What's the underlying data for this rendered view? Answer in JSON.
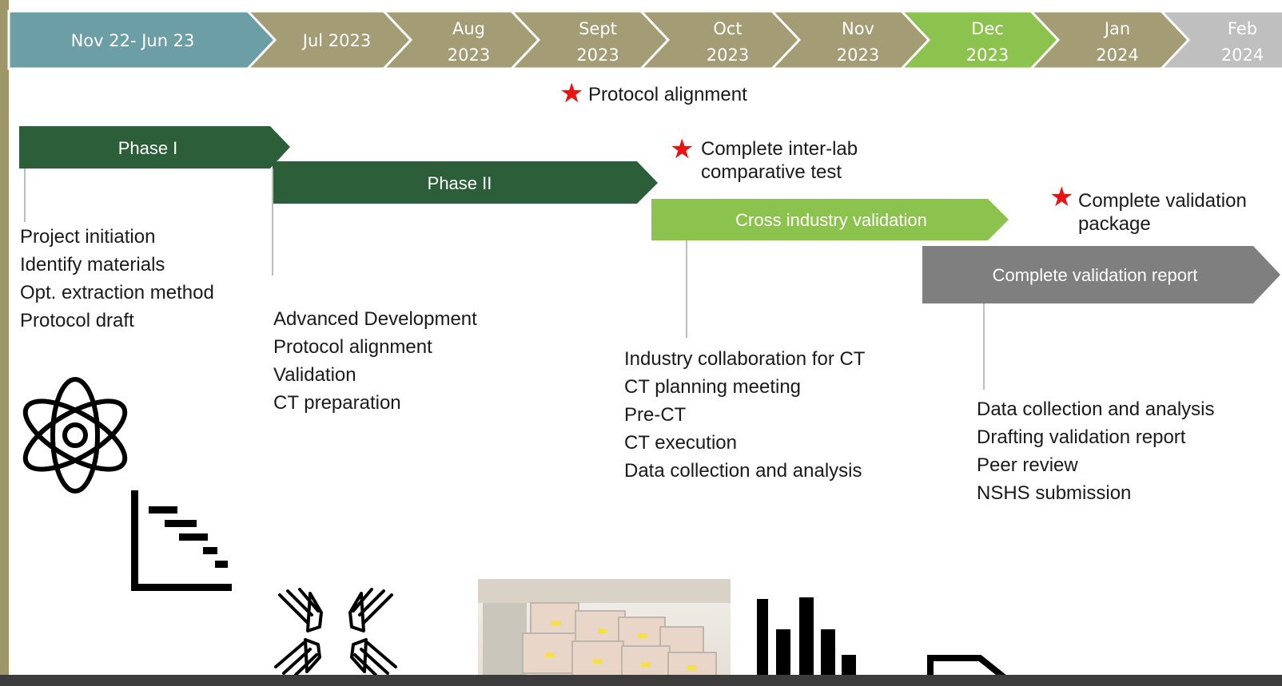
{
  "timeline": {
    "months": [
      {
        "line1": "Nov 22- Jun 23",
        "line2": "",
        "color": "#6b9ea5"
      },
      {
        "line1": "Jul 2023",
        "line2": "",
        "color": "#a39c74"
      },
      {
        "line1": "Aug",
        "line2": "2023",
        "color": "#a39c74"
      },
      {
        "line1": "Sept",
        "line2": "2023",
        "color": "#a39c74"
      },
      {
        "line1": "Oct",
        "line2": "2023",
        "color": "#a39c74"
      },
      {
        "line1": "Nov",
        "line2": "2023",
        "color": "#a39c74"
      },
      {
        "line1": "Dec",
        "line2": "2023",
        "color": "#8cc24e"
      },
      {
        "line1": "Jan",
        "line2": "2024",
        "color": "#a39c74"
      },
      {
        "line1": "Feb",
        "line2": "2024",
        "color": "#bfbfbf"
      }
    ]
  },
  "milestones": {
    "protocol_alignment": "Protocol alignment",
    "inter_lab_line1": "Complete inter-lab",
    "inter_lab_line2": "comparative test",
    "validation_package_line1": "Complete validation",
    "validation_package_line2": "package"
  },
  "phases": {
    "phase1": {
      "label": "Phase I",
      "color": "#2d5e3a"
    },
    "phase2": {
      "label": "Phase II",
      "color": "#2d5e3a"
    },
    "cross_industry": {
      "label": "Cross industry validation",
      "color": "#8cc24e"
    },
    "validation_report": {
      "label": "Complete validation report",
      "color": "#7f7f7f"
    }
  },
  "task_lists": {
    "phase1": [
      "Project initiation",
      "Identify materials",
      "Opt. extraction method",
      "Protocol draft"
    ],
    "phase2": [
      "Advanced Development",
      "Protocol alignment",
      "Validation",
      "CT preparation"
    ],
    "cross_industry": [
      "Industry collaboration for CT",
      "CT planning meeting",
      "Pre-CT",
      "CT execution",
      "Data collection and analysis"
    ],
    "validation_report": [
      "Data collection and analysis",
      "Drafting validation report",
      "Peer review",
      "NSHS submission"
    ]
  },
  "icons": [
    "atom-icon",
    "gantt-chart-icon",
    "collaboration-hands-icon",
    "samples-photo",
    "bar-chart-icon",
    "document-icon"
  ],
  "colors": {
    "star": "#ee1111",
    "text": "#1a1a1a"
  }
}
